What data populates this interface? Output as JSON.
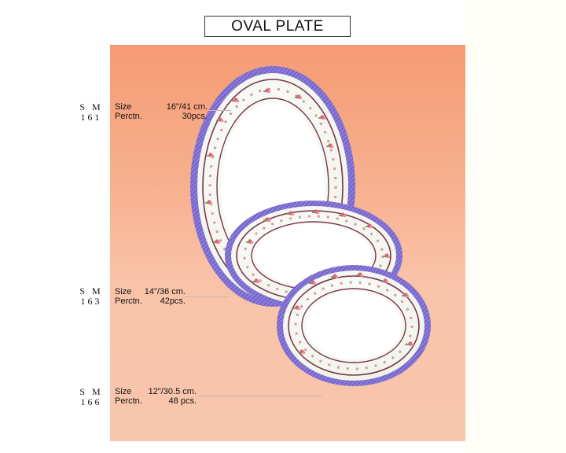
{
  "title": "OVAL PLATE",
  "colors": {
    "rim": "#7c6cd0",
    "band": "#7a3550",
    "glaze": "#f7f9f2",
    "flower": "#e0607a",
    "leaf": "#6f9a53"
  },
  "products": [
    {
      "model_line1": "S M",
      "model_line2": "161",
      "size_label": "Size",
      "size_value": "16\"/41 cm.",
      "pack_label": "Perctn.",
      "pack_value": "30pcs."
    },
    {
      "model_line1": "S M",
      "model_line2": "163",
      "size_label": "Size",
      "size_value": "14\"/36 cm.",
      "pack_label": "Perctn.",
      "pack_value": "42pcs."
    },
    {
      "model_line1": "S M",
      "model_line2": "166",
      "size_label": "Size",
      "size_value": "12\"/30.5 cm.",
      "pack_label": "Perctn.",
      "pack_value": "48 pcs."
    }
  ]
}
